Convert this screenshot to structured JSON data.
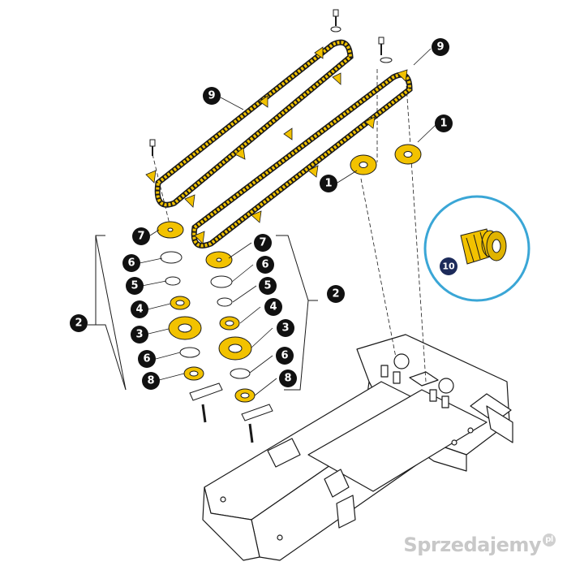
{
  "colors": {
    "part_yellow": "#f2c200",
    "part_yellow_dark": "#b88e00",
    "outline": "#1a1a1a",
    "callout_fill": "#111111",
    "highlight_circle": "#3aa6d6",
    "callout10_fill": "#1c2a5a"
  },
  "callouts": {
    "c9a": "9",
    "c9b": "9",
    "c1a": "1",
    "c1b": "1",
    "c7l": "7",
    "c6l": "6",
    "c5l": "5",
    "c4l": "4",
    "c3l": "3",
    "c6l2": "6",
    "c8l": "8",
    "c2l": "2",
    "c7r": "7",
    "c6r": "6",
    "c5r": "5",
    "c4r": "4",
    "c3r": "3",
    "c6r2": "6",
    "c8r": "8",
    "c2r": "2",
    "c10": "10"
  },
  "watermark": {
    "text": "Sprzedajemy",
    "badge": "pl"
  }
}
